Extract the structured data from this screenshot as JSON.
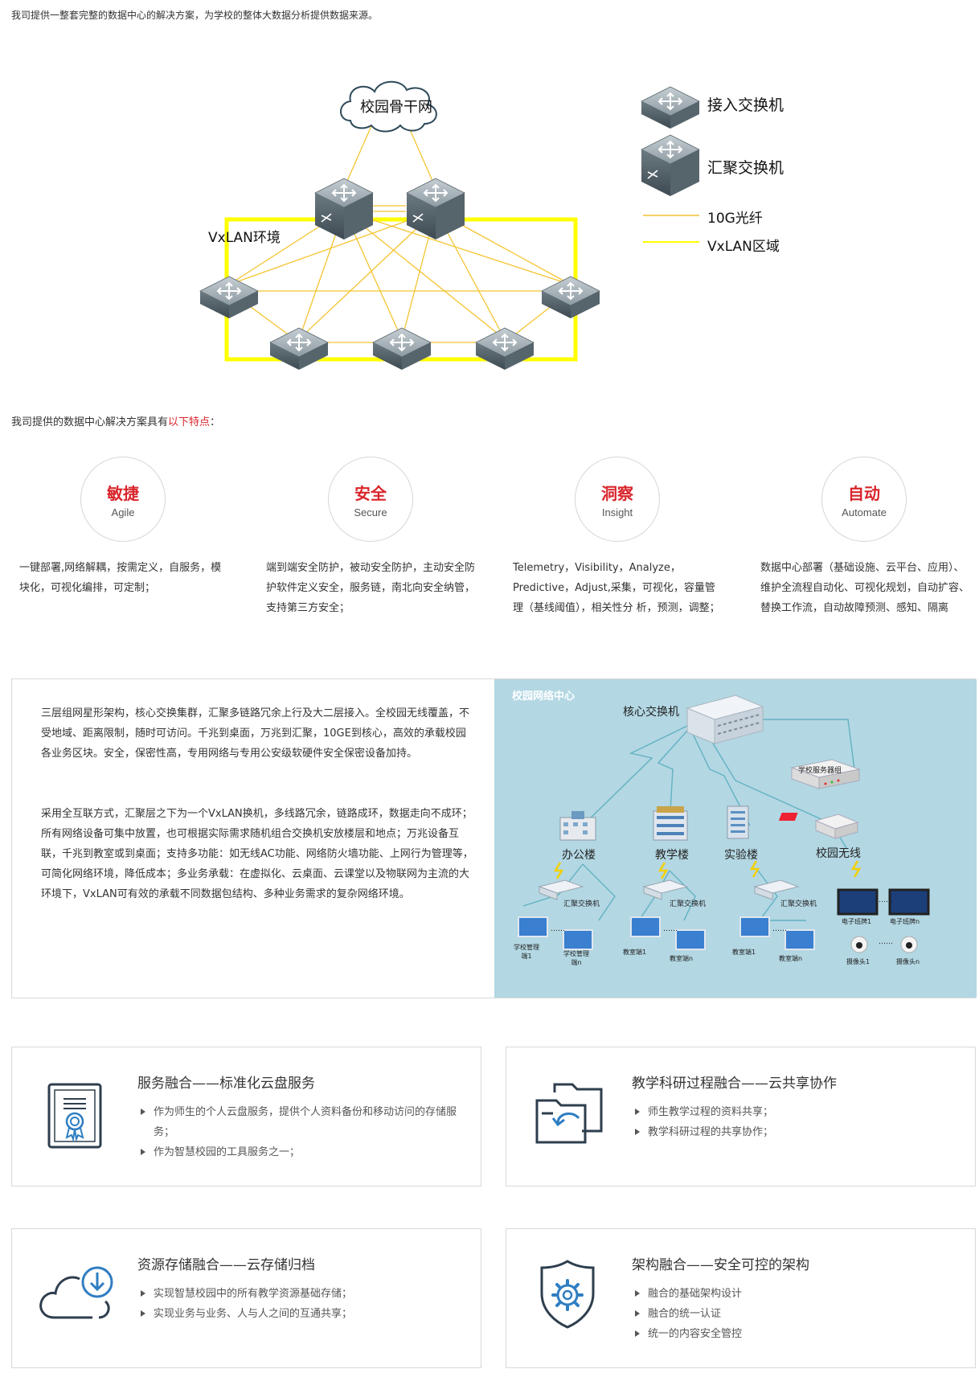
{
  "intro": "我司提供一整套完整的数据中心的解决方案，为学校的整体大数据分析提供数据来源。",
  "network": {
    "cloud_label": "校园骨干网",
    "vxlan_label": "VxLAN环境",
    "legend": [
      {
        "label": "接入交换机",
        "icon": "access-switch-icon"
      },
      {
        "label": "汇聚交换机",
        "icon": "aggregation-switch-icon"
      },
      {
        "label": "10G光纤",
        "color": "#f4c430"
      },
      {
        "label": "VxLAN区域",
        "color": "#ffff00"
      }
    ]
  },
  "features_intro": {
    "prefix": "我司提供的数据中心解决方案具有",
    "highlight": "以下特点",
    "suffix": "："
  },
  "features": [
    {
      "title": "敏捷",
      "subtitle": "Agile",
      "desc": "一键部署,网络解耦，按需定义，自服务，模块化，可视化编排，可定制；"
    },
    {
      "title": "安全",
      "subtitle": "Secure",
      "desc": "端到端安全防护，被动安全防护，主动安全防护软件定义安全，服务链，南北向安全纳管，支持第三方安全；"
    },
    {
      "title": "洞察",
      "subtitle": "Insight",
      "desc": "Telemetry，Visibility，Analyze，Predictive，Adjust,采集，可视化，容量管理（基线阈值），相关性分 析，预测，调整；"
    },
    {
      "title": "自动",
      "subtitle": "Automate",
      "desc": "数据中心部署（基础设施、云平台、应用）、维护全流程自动化、可视化规划，自动扩容、替换工作流，自动故障预测、感知、隔离"
    }
  ],
  "panel": {
    "para1": "三层组网星形架构，核心交换集群，汇聚多链路冗余上行及大二层接入。全校园无线覆盖，不受地域、距离限制，随时可访问。千兆到桌面，万兆到汇聚，10GE到核心，高效的承载校园各业务区块。安全，保密性高，专用网络与专用公安级软硬件安全保密设备加持。",
    "para2": "采用全互联方式，汇聚层之下为一个VxLAN换机，多线路冗余，链路成环，数据走向不成环；所有网络设备可集中放置，也可根据实际需求随机组合交换机安放楼层和地点；万兆设备互联，千兆到教室或到桌面；支持多功能：如无线AC功能、网络防火墙功能、上网行为管理等，可简化网络环境，降低成本；多业务承载：在虚拟化、云桌面、云课堂以及物联网为主流的大环境下，VxLAN可有效的承载不同数据包结构、多种业务需求的复杂网络环境。",
    "image": {
      "title": "校园网络中心",
      "core": "核心交换机",
      "server": "学校服务器组",
      "buildings": [
        "办公楼",
        "教学楼",
        "实验楼",
        "校园无线"
      ],
      "agg": "汇聚交换机",
      "terminals": [
        "学校管理端1",
        "学校管理端n",
        "教室端1",
        "教室端n",
        "教室端1",
        "教室端n"
      ],
      "screens": [
        "电子班牌1",
        "电子班牌n"
      ],
      "cameras": [
        "摄像头1",
        "摄像头n"
      ],
      "dots": "……"
    }
  },
  "cards": [
    {
      "title": "服务融合——标准化云盘服务",
      "icon": "certificate-icon",
      "items": [
        "作为师生的个人云盘服务，提供个人资料备份和移动访问的存储服务；",
        "作为智慧校园的工具服务之一；"
      ]
    },
    {
      "title": "教学科研过程融合——云共享协作",
      "icon": "folder-share-icon",
      "items": [
        "师生教学过程的资料共享；",
        "教学科研过程的共享协作；"
      ]
    },
    {
      "title": "资源存储融合——云存储归档",
      "icon": "cloud-download-icon",
      "items": [
        "实现智慧校园中的所有教学资源基础存储；",
        "实现业务与业务、人与人之间的互通共享；"
      ]
    },
    {
      "title": "架构融合——安全可控的架构",
      "icon": "shield-gear-icon",
      "items": [
        "融合的基础架构设计",
        "融合的统一认证",
        "统一的内容安全管控"
      ]
    }
  ]
}
